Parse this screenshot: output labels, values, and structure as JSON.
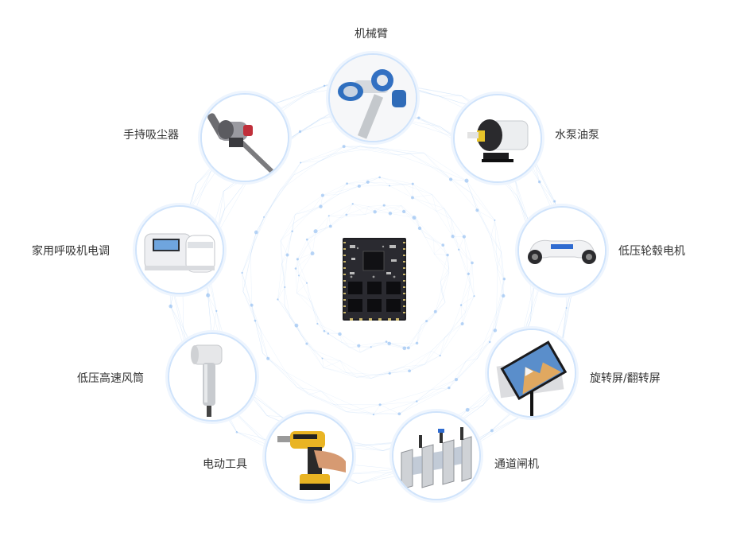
{
  "applications": [
    {
      "id": "robot-arm",
      "label": "机械臂",
      "icon": "robot-arm-icon"
    },
    {
      "id": "water-pump",
      "label": "水泵油泵",
      "icon": "water-pump-icon"
    },
    {
      "id": "hoverboard",
      "label": "低压轮毂电机",
      "icon": "hoverboard-icon"
    },
    {
      "id": "rotating-screen",
      "label": "旋转屏/翻转屏",
      "icon": "rotating-screen-icon"
    },
    {
      "id": "turnstile",
      "label": "通道闸机",
      "icon": "turnstile-gate-icon"
    },
    {
      "id": "power-tool",
      "label": "电动工具",
      "icon": "power-drill-icon"
    },
    {
      "id": "hair-dryer",
      "label": "低压高速风筒",
      "icon": "hair-dryer-icon"
    },
    {
      "id": "ventilator",
      "label": "家用呼吸机电调",
      "icon": "ventilator-icon"
    },
    {
      "id": "vacuum",
      "label": "手持吸尘器",
      "icon": "vacuum-cleaner-icon"
    }
  ],
  "center": {
    "icon": "motor-controller-board-icon"
  },
  "colors": {
    "ring": "#cfe3fb",
    "network": "#7fb3ee",
    "text": "#333333"
  }
}
